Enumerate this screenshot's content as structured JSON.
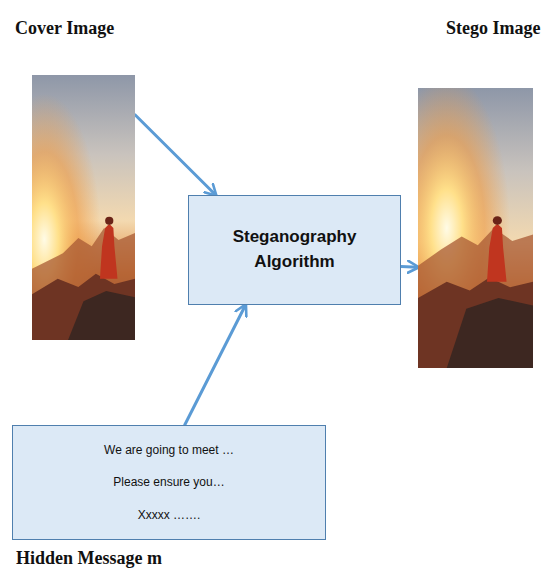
{
  "diagram": {
    "nodes": [
      {
        "text": [
          "Cover Image"
        ]
      },
      {
        "text": [
          "Steganography Algorithm"
        ]
      },
      {
        "text": [
          "Stego Image"
        ]
      },
      {
        "text": [
          "We are going to meet …",
          "Please ensure you…",
          "Xxxxx …….",
          "Hidden Message m"
        ]
      }
    ],
    "edges": [
      {
        "from": 0,
        "to": 1,
        "arrow": "to"
      },
      {
        "from": 3,
        "to": 1,
        "arrow": "to"
      },
      {
        "from": 1,
        "to": 2,
        "arrow": "to"
      }
    ]
  }
}
